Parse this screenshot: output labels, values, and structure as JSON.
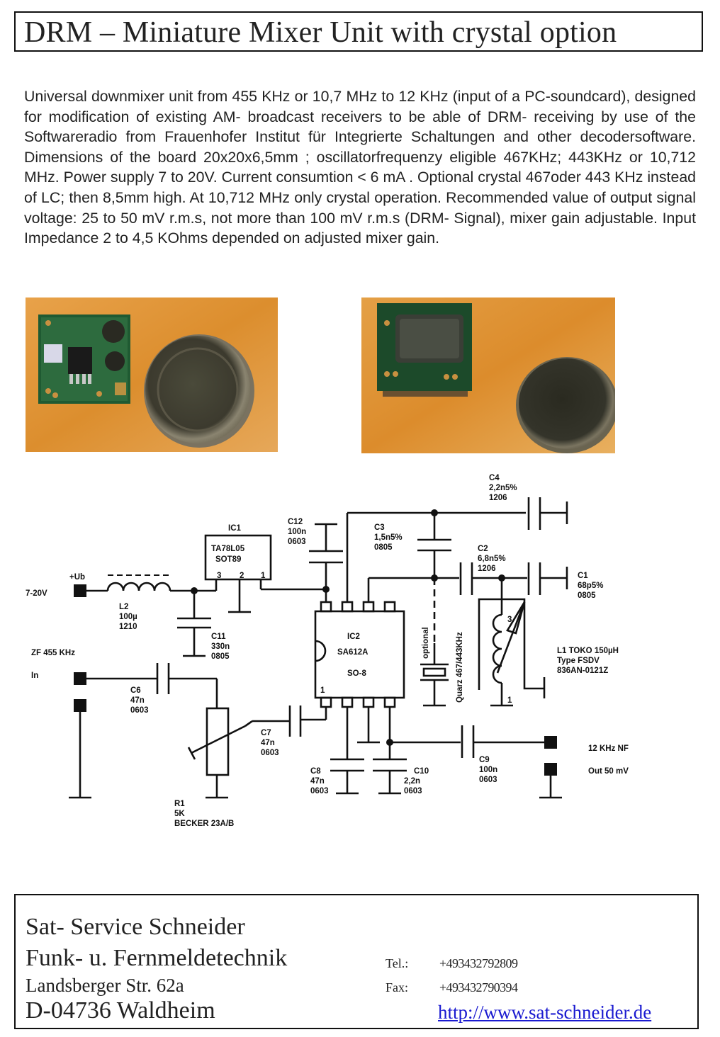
{
  "header": {
    "title": "DRM – Miniature Mixer Unit with crystal option"
  },
  "description": "Universal downmixer unit from 455 KHz or 10,7 MHz  to 12 KHz (input of a PC-soundcard), designed for modification of  existing AM- broadcast receivers to be able of DRM- receiving by use of the Softwareradio from Frauenhofer Institut für Integrierte Schaltungen and other decodersoftware. Dimensions of the board 20x20x6,5mm ; oscillatorfrequenzy eligible 467KHz; 443KHz or 10,712 MHz. Power supply 7 to 20V. Current consumtion < 6 mA . Optional crystal 467oder 443 KHz instead of LC; then 8,5mm high. At 10,712 MHz only crystal operation. Recommended value of output signal voltage: 25 to 50 mV r.m.s, not more than 100 mV r.m.s (DRM- Signal), mixer gain adjustable. Input Impedance 2 to 4,5 KOhms depended on adjusted mixer gain.",
  "photos": [
    {
      "subject": "mixer board (LC version) next to euro coin"
    },
    {
      "subject": "mixer board (crystal version) next to euro coin"
    }
  ],
  "schematic": {
    "supply": {
      "voltage": "7-20V",
      "pin": "+Ub"
    },
    "input": {
      "label": "ZF 455 KHz",
      "sub": "In"
    },
    "output": {
      "label": "12 KHz  NF",
      "sub": "Out 50 mV"
    },
    "ic1": {
      "ref": "IC1",
      "part": "TA78L05",
      "pkg": "SOT89",
      "pins": [
        "3",
        "2",
        "1"
      ]
    },
    "ic2": {
      "ref": "IC2",
      "part": "SA612A",
      "pkg": "SO-8",
      "pin1": "1"
    },
    "l2": {
      "ref": "L2",
      "value": "100µ",
      "pkg": "1210"
    },
    "c11": {
      "ref": "C11",
      "value": "330n",
      "pkg": "0805"
    },
    "c12": {
      "ref": "C12",
      "value": "100n",
      "pkg": "0603"
    },
    "c3": {
      "ref": "C3",
      "value": "1,5n5%",
      "pkg": "0805"
    },
    "c4": {
      "ref": "C4",
      "value": "2,2n5%",
      "pkg": "1206"
    },
    "c2": {
      "ref": "C2",
      "value": "6,8n5%",
      "pkg": "1206"
    },
    "c1": {
      "ref": "C1",
      "value": "68p5%",
      "pkg": "0805"
    },
    "c6": {
      "ref": "C6",
      "value": "47n",
      "pkg": "0603"
    },
    "c7": {
      "ref": "C7",
      "value": "47n",
      "pkg": "0603"
    },
    "c8": {
      "ref": "C8",
      "value": "47n",
      "pkg": "0603"
    },
    "c10": {
      "ref": "C10",
      "value": "2,2n",
      "pkg": "0603"
    },
    "c9": {
      "ref": "C9",
      "value": "100n",
      "pkg": "0603"
    },
    "r1": {
      "ref": "R1",
      "value": "5K",
      "type": "BECKER 23A/B"
    },
    "l1": {
      "line1": "L1 TOKO 150µH",
      "line2": "Type FSDV",
      "line3": "836AN-0121Z",
      "tap_top": "3",
      "tap_bottom": "1"
    },
    "crystal": {
      "note": "optional",
      "label": "Quarz 467/443KHz"
    }
  },
  "footer": {
    "company": "Sat- Service Schneider",
    "trade": "Funk- u. Fernmeldetechnik",
    "street": "Landsberger Str. 62a",
    "city": "D-04736 Waldheim",
    "tel_label": "Tel.:",
    "tel": "+493432792809",
    "fax_label": "Fax:",
    "fax": "+493432790394",
    "website": "http://www.sat-schneider.de"
  }
}
